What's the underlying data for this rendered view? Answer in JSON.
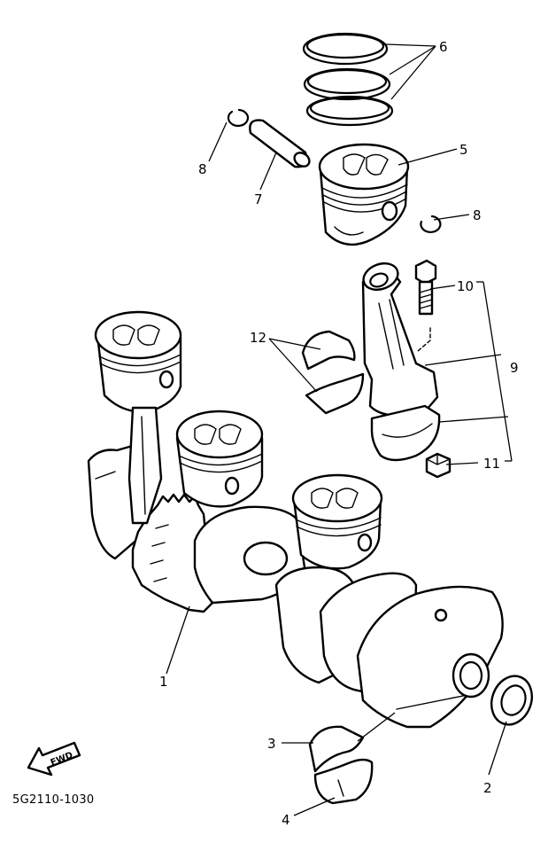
{
  "callouts": {
    "c1": "1",
    "c2": "2",
    "c3": "3",
    "c4": "4",
    "c5": "5",
    "c6": "6",
    "c7": "7",
    "c8a": "8",
    "c8b": "8",
    "c9": "9",
    "c10": "10",
    "c11": "11",
    "c12": "12"
  },
  "fwd_label": "FWD",
  "diagram_code": "5G2110-1030"
}
